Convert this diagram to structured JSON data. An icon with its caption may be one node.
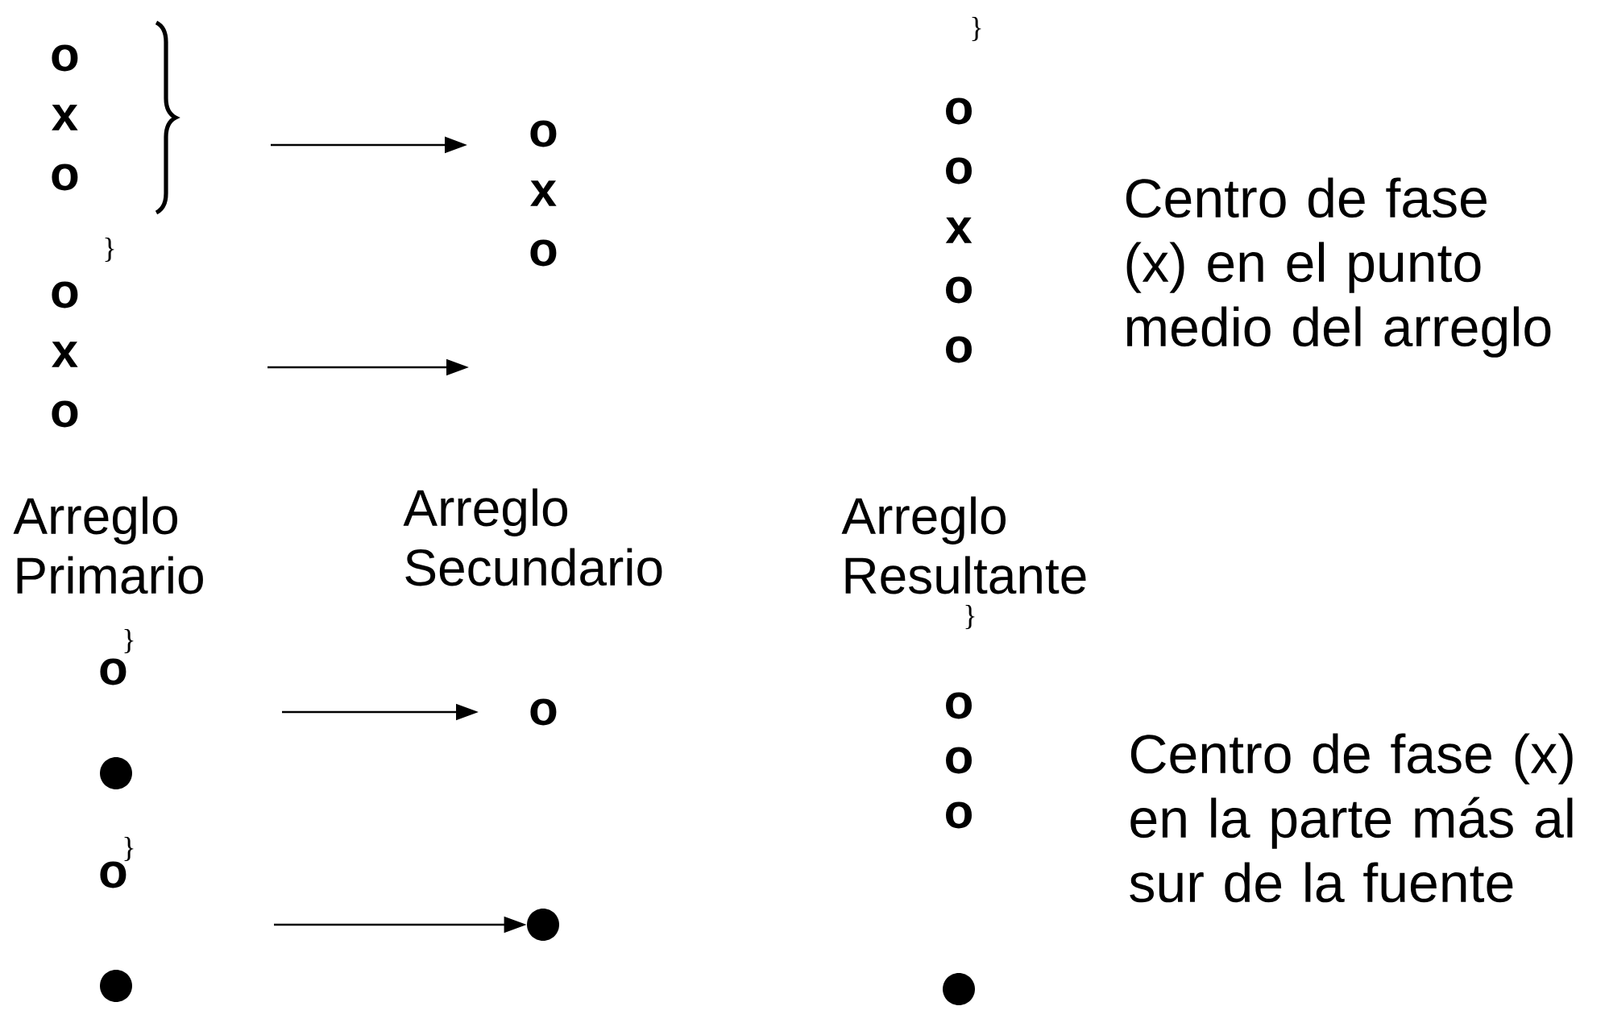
{
  "diagram": {
    "nodes": [
      {
        "text": [
          "o x o"
        ]
      },
      {
        "text": [
          "o x o"
        ]
      },
      {
        "text": [
          "o x o"
        ]
      },
      {
        "text": [
          "o"
        ]
      },
      {
        "text": [],
        "shape": "circle"
      },
      {
        "text": [
          "o"
        ]
      },
      {
        "text": [],
        "shape": "circle"
      },
      {
        "text": [
          "o"
        ]
      },
      {
        "text": [],
        "shape": "circle"
      },
      {
        "text": [],
        "shape": "circle"
      }
    ],
    "edges": [
      {
        "from": null,
        "to": 2,
        "arrow": "to"
      },
      {
        "from": null,
        "to": 7,
        "arrow": "to"
      },
      {
        "from": null,
        "to": 8,
        "arrow": "to"
      }
    ],
    "labels": [
      "}",
      "}",
      "o o x o o",
      "Centro de fase (x) en el punto medio del arreglo",
      "Arreglo Primario",
      "Arreglo Secundario",
      "Arreglo Resultante",
      "}",
      "}",
      "o o o",
      "Centro de fase (x) en la parte más al sur de la fuente",
      "}"
    ]
  }
}
